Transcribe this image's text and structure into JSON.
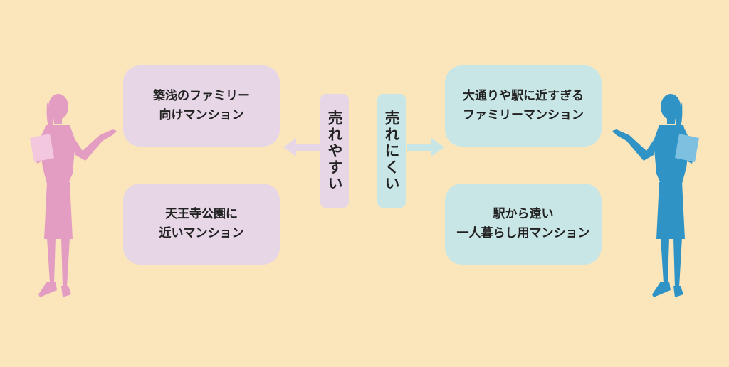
{
  "colors": {
    "background": "#fbe6bc",
    "pink_box": "#e6d6e6",
    "blue_box": "#c9e6e6",
    "pink_figure": "#e39dc2",
    "blue_figure": "#2f93c6",
    "pink_arrow": "#e6d6e6",
    "blue_arrow": "#c9e6e6"
  },
  "left": {
    "label": "売れやすい",
    "box1": {
      "line1": "築浅のファミリー",
      "line2": "向けマンション"
    },
    "box2": {
      "line1": "天王寺公園に",
      "line2": "近いマンション"
    }
  },
  "right": {
    "label": "売れにくい",
    "box1": {
      "line1": "大通りや駅に近すぎる",
      "line2": "ファミリーマンション"
    },
    "box2": {
      "line1": "駅から遠い",
      "line2": "一人暮らし用マンション"
    }
  }
}
